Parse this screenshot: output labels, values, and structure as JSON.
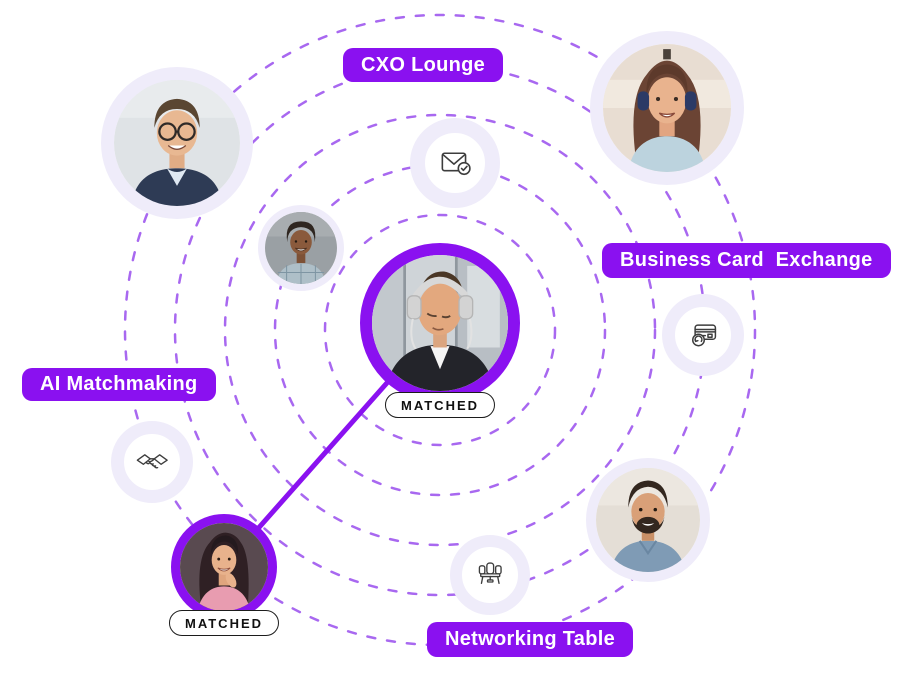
{
  "illustration": {
    "title": "Virtual networking matchmaking illustration",
    "feature_chips": [
      {
        "id": "cxo-lounge",
        "label": "CXO Lounge"
      },
      {
        "id": "business-card-exchange",
        "label": "Business Card  Exchange"
      },
      {
        "id": "ai-matchmaking",
        "label": "AI Matchmaking"
      },
      {
        "id": "networking-table",
        "label": "Networking Table"
      }
    ],
    "badges": {
      "center": "MATCHED",
      "bottom_left": "MATCHED"
    },
    "icons": [
      {
        "name": "mail-check-icon"
      },
      {
        "name": "card-exchange-icon"
      },
      {
        "name": "handshake-icon"
      },
      {
        "name": "networking-table-icon"
      }
    ],
    "avatars": [
      {
        "name": "man-glasses",
        "alt": "Smiling man with glasses"
      },
      {
        "name": "woman-headphones",
        "alt": "Smiling woman wearing headphones"
      },
      {
        "name": "man-curly",
        "alt": "Smiling man with curly hair"
      },
      {
        "name": "man-headphones-center",
        "alt": "Man with headphones looking down, matched"
      },
      {
        "name": "woman-pink",
        "alt": "Smiling woman in pink top, matched"
      },
      {
        "name": "man-beard",
        "alt": "Smiling man with beard in denim shirt"
      }
    ],
    "colors": {
      "accent": "#8A11F0",
      "dashed_ring": "#A868F0",
      "halo": "#EFECFA",
      "icon_stroke": "#3d3d3d"
    }
  }
}
